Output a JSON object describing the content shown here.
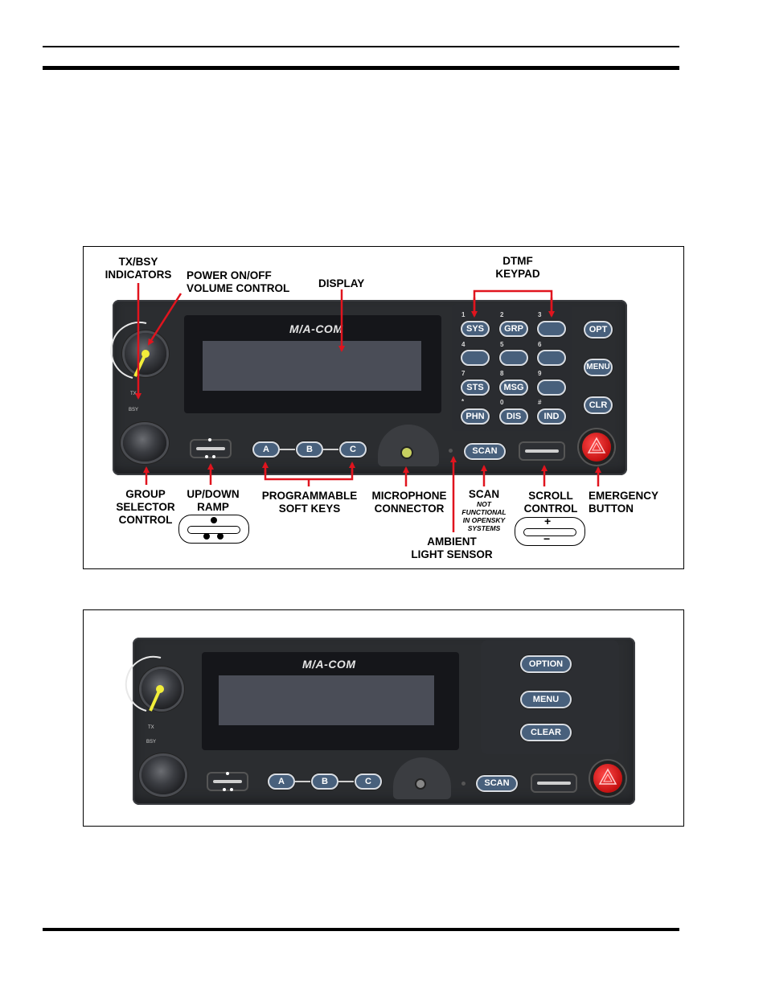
{
  "figure1": {
    "labels": {
      "tx_bsy": "TX/BSY\nINDICATORS",
      "power": "POWER ON/OFF\nVOLUME CONTROL",
      "display": "DISPLAY",
      "dtmf": "DTMF\nKEYPAD",
      "group": "GROUP\nSELECTOR\nCONTROL",
      "updown": "UP/DOWN\nRAMP",
      "softkeys": "PROGRAMMABLE\nSOFT KEYS",
      "mic": "MICROPHONE\nCONNECTOR",
      "scan": "SCAN",
      "scan_note": "NOT\nFUNCTIONAL\nIN OPENSKY\nSYSTEMS",
      "ambient": "AMBIENT\nLIGHT SENSOR",
      "scroll": "SCROLL\nCONTROL",
      "emergency": "EMERGENCY\nBUTTON"
    },
    "scroll_plus": "+",
    "scroll_minus": "−",
    "logo": "M/A-COM",
    "panel_tx": "TX",
    "panel_bsy": "BSY",
    "keys": {
      "k1_num": "1",
      "k1": "SYS",
      "k2_num": "2",
      "k2": "GRP",
      "k3_num": "3",
      "k4_num": "4",
      "k5_num": "5",
      "k6_num": "6",
      "k7_num": "7",
      "k7": "STS",
      "k8_num": "8",
      "k8": "MSG",
      "k9_num": "9",
      "kstar_num": "*",
      "kstar": "PHN",
      "k0_num": "0",
      "k0": "DIS",
      "khash_num": "#",
      "khash": "IND",
      "opt": "OPT",
      "menu": "MENU",
      "clr": "CLR"
    },
    "soft_a": "A",
    "soft_b": "B",
    "soft_c": "C",
    "scan_btn": "SCAN"
  },
  "figure2": {
    "logo": "M/A-COM",
    "panel_tx": "TX",
    "panel_bsy": "BSY",
    "option": "OPTION",
    "menu": "MENU",
    "clear": "CLEAR",
    "soft_a": "A",
    "soft_b": "B",
    "soft_c": "C",
    "scan_btn": "SCAN"
  }
}
